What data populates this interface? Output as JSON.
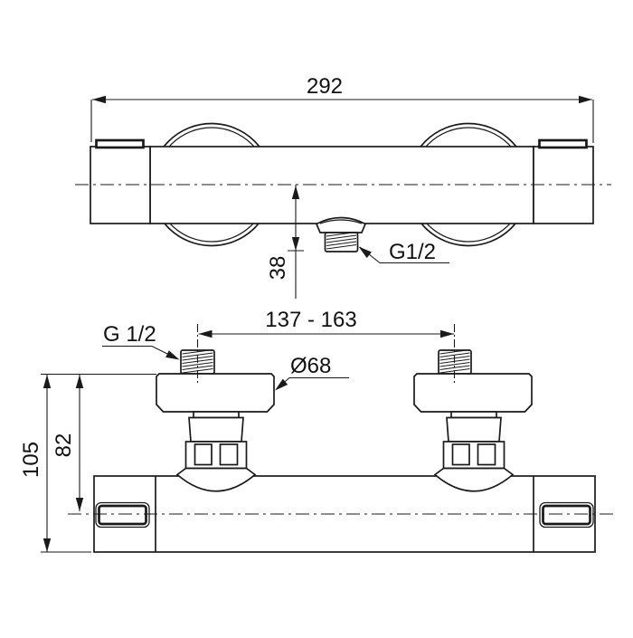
{
  "labels": {
    "overall_width": "292",
    "outlet_drop": "38",
    "outlet_thread": "G1/2",
    "center_distance": "137 - 163",
    "inlet_thread": "G 1/2",
    "escutcheon_diameter": "Ø68",
    "total_depth": "105",
    "axis_depth": "82"
  },
  "colors": {
    "line": "#1a1a1a",
    "background": "#ffffff"
  }
}
